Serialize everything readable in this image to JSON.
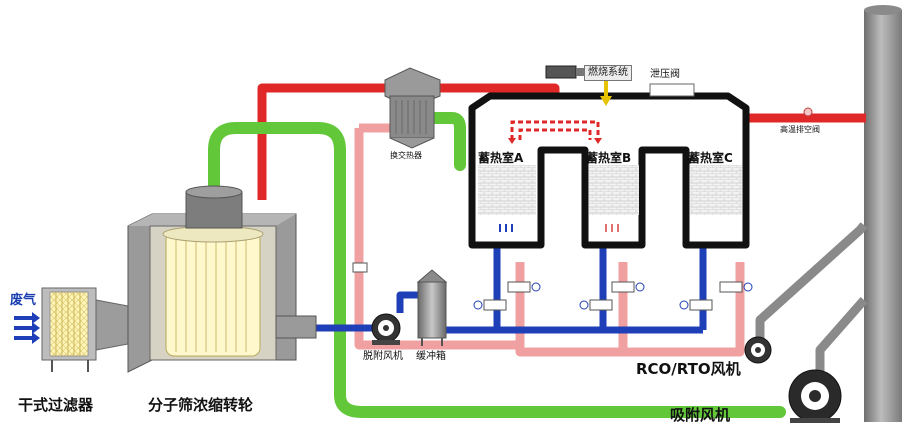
{
  "labels": {
    "waste_gas": "废气",
    "dry_filter": "干式过滤器",
    "zeolite_rotor": "分子筛浓缩转轮",
    "heat_exchanger": "换交热器",
    "desorption_fan": "脱附风机",
    "buffer_tank": "缓冲箱",
    "combustion_system": "燃烧系统",
    "pressure_relief_valve": "泄压阀",
    "high_temp_bypass_valve": "高温排空阀",
    "chamber_a": "蓄热室A",
    "chamber_b": "蓄热室B",
    "chamber_c": "蓄热室C",
    "rco_rto_fan": "RCO/RTO风机",
    "adsorption_fan": "吸附风机"
  },
  "colors": {
    "hot_pipe": "#e02828",
    "cool_pipe": "#f0a0a0",
    "blue_pipe": "#1e3fb8",
    "green_pipe": "#62c83a",
    "equipment_gray": "#8c8c8c",
    "chimney_gray": "#9a9a9a",
    "panel_yellow": "#fff8cc"
  }
}
